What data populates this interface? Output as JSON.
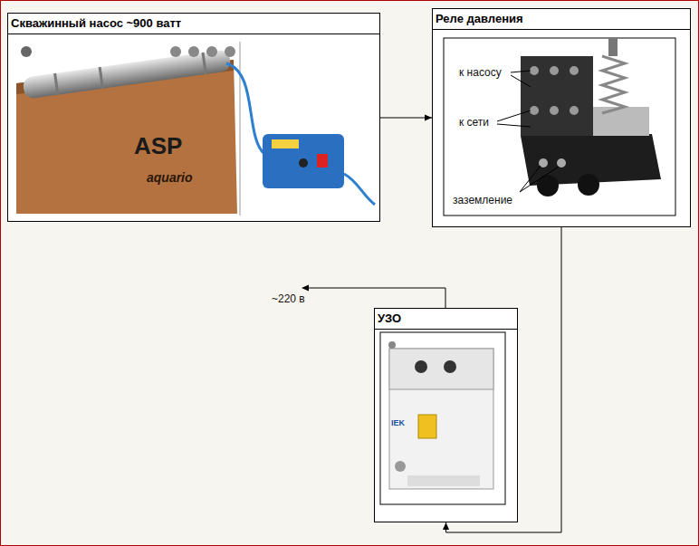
{
  "diagram": {
    "nodes": [
      {
        "text": [
          "Скважинный насос ~900 ватт"
        ]
      },
      {
        "text": [
          "Реле давления"
        ]
      },
      {
        "text": [
          "УЗО"
        ]
      }
    ],
    "edges": [
      {
        "from": 0,
        "to": 1,
        "arrow": "to"
      },
      {
        "from": 1,
        "to": 2,
        "arrow": "to"
      }
    ],
    "labels": [
      "ASP",
      "aquario",
      "к насосу",
      "к сети",
      "заземление",
      "IEK",
      "~220 в"
    ]
  }
}
